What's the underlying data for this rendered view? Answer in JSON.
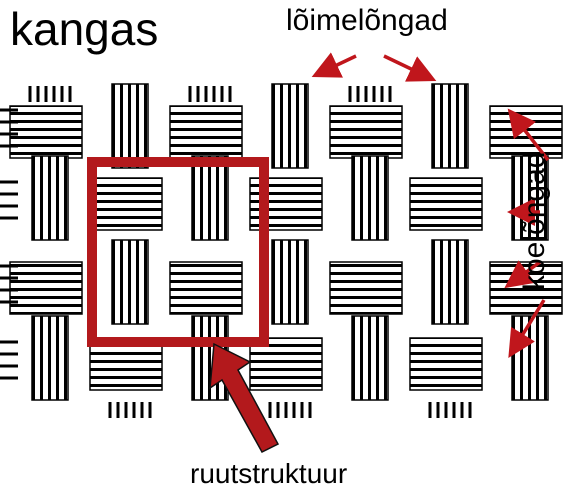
{
  "labels": {
    "title": "kangas",
    "warp_threads": "lõimelõngad",
    "weft_threads": "koelõngad",
    "grid_structure": "ruutstruktuur"
  },
  "colors": {
    "thread": "#000000",
    "background": "#ffffff",
    "highlight": "#b3191c",
    "arrow": "#c0161c"
  },
  "weave": {
    "pattern": "2/2 basket weave",
    "rows": 4,
    "columns": 4
  }
}
